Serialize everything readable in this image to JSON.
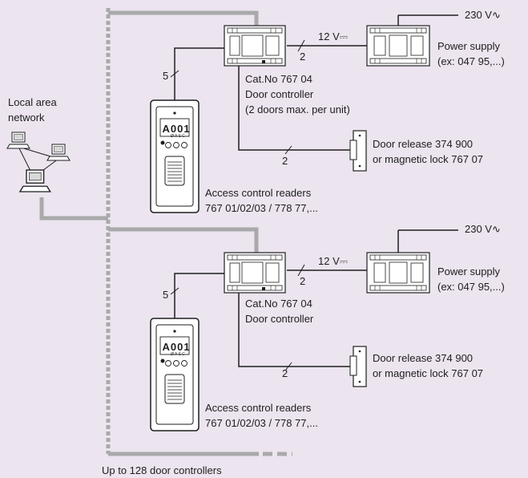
{
  "network": {
    "label_line1": "Local area",
    "label_line2": "network"
  },
  "footer": {
    "bus_caption": "Up to 128 door controllers"
  },
  "groups": [
    {
      "mains_label": "230 V∿",
      "power_supply_label_line1": "Power supply",
      "power_supply_label_line2": "(ex: 047 95,...)",
      "dc_link_label": "12 V⎓",
      "dc_link_wires": "2",
      "controller_label_line1": "Cat.No 767 04",
      "controller_label_line2": "Door controller",
      "controller_label_line3": "(2 doors max. per unit)",
      "reader_link_wires": "5",
      "door_link_wires": "2",
      "door_release_label_line1": "Door release 374 900",
      "door_release_label_line2": "or magnetic lock 767 07",
      "reader_label_line1": "Access control readers",
      "reader_label_line2": "767 01/02/03 / 778 77,...",
      "reader_display": "A001",
      "reader_keys": "Ø A S C"
    },
    {
      "mains_label": "230 V∿",
      "power_supply_label_line1": "Power supply",
      "power_supply_label_line2": "(ex: 047 95,...)",
      "dc_link_label": "12 V⎓",
      "dc_link_wires": "2",
      "controller_label_line1": "Cat.No 767 04",
      "controller_label_line2": "Door controller",
      "reader_link_wires": "5",
      "door_link_wires": "2",
      "door_release_label_line1": "Door release 374 900",
      "door_release_label_line2": "or magnetic lock 767 07",
      "reader_label_line1": "Access control readers",
      "reader_label_line2": "767 01/02/03 / 778 77,...",
      "reader_display": "A001",
      "reader_keys": "Ø A S C"
    }
  ],
  "colors": {
    "background": "#ece4ef",
    "network_cable": "#a9a9a9",
    "wire": "#1e1e1e",
    "device_body": "#ffffff"
  }
}
